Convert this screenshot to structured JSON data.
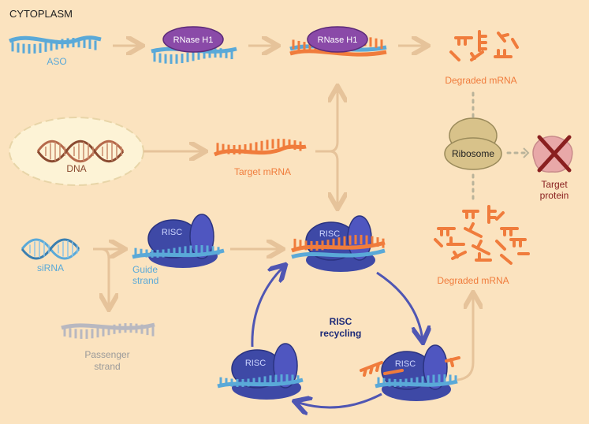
{
  "header": {
    "title": "CYTOPLASM"
  },
  "labels": {
    "aso": "ASO",
    "rnase_h1": "RNase H1",
    "degraded_mrna_top": "Degraded mRNA",
    "dna": "DNA",
    "target_mrna": "Target mRNA",
    "ribosome": "Ribosome",
    "target_protein_line1": "Target",
    "target_protein_line2": "protein",
    "sirna": "siRNA",
    "guide_strand_line1": "Guide",
    "guide_strand_line2": "strand",
    "passenger_strand_line1": "Passenger",
    "passenger_strand_line2": "strand",
    "risc": "RISC",
    "risc_recycling_line1": "RISC",
    "risc_recycling_line2": "recycling",
    "degraded_mrna_bottom": "Degraded mRNA"
  },
  "colors": {
    "background": "#fbe3bf",
    "aso_blue": "#5aa9d8",
    "mrna_orange": "#f07c3c",
    "rnase_purple": "#8a4aa8",
    "risc_navy": "#3e49a6",
    "dna_brown": "#b5694b",
    "ribosome_tan": "#d8c28a",
    "passenger_grey": "#b8b8c0",
    "cross_red": "#8a2020"
  }
}
